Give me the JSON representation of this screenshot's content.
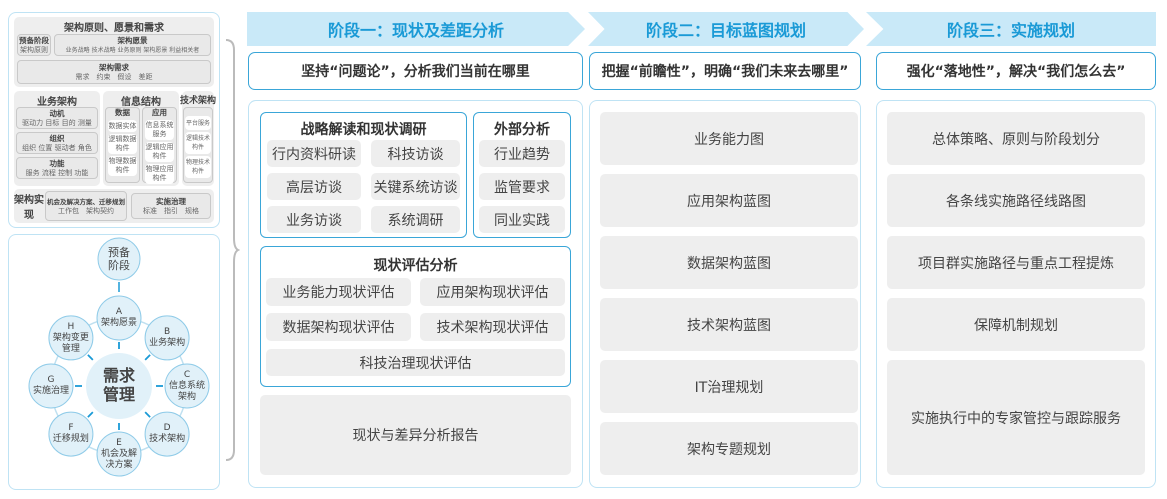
{
  "left_top": {
    "title": "架构原则、愿景和需求",
    "prep": {
      "title": "预备阶段",
      "text": "架构原则"
    },
    "vision": {
      "title": "架构愿景",
      "text": "业务战略 技术战略 业务原则 架构愿景 利益相关者"
    },
    "req": {
      "title": "架构需求",
      "text": "需求　约束　假设　差距"
    },
    "biz": {
      "title": "业务架构",
      "items": [
        {
          "t": "动机",
          "d": "驱动力 目标 目的 测量"
        },
        {
          "t": "组织",
          "d": "组织 位置 驱动者 角色"
        },
        {
          "t": "功能",
          "d": "服务 流程 控制 功能"
        }
      ]
    },
    "info": {
      "title": "信息结构",
      "data": {
        "t": "数据",
        "items": [
          "数据实体",
          "逻辑数据构件",
          "物理数据构件"
        ]
      },
      "app": {
        "t": "应用",
        "items": [
          "信息系统服务",
          "逻辑应用构件",
          "物理应用构件"
        ]
      }
    },
    "tech": {
      "title": "技术架构",
      "items": [
        "平台服务",
        "逻辑技术构件",
        "物理技术构件"
      ]
    },
    "impl": {
      "title": "架构实现",
      "opp": {
        "t": "机会及解决方案、迁移规划",
        "d": "工作包　架构契约"
      },
      "gov": {
        "t": "实施治理",
        "d": "标准　指引　规格"
      }
    }
  },
  "cycle": {
    "center": "需求管理",
    "prep": "预备阶段",
    "nodes": [
      {
        "l": "A",
        "t": "架构愿景"
      },
      {
        "l": "B",
        "t": "业务架构"
      },
      {
        "l": "C",
        "t": "信息系统架构"
      },
      {
        "l": "D",
        "t": "技术架构"
      },
      {
        "l": "E",
        "t": "机会及解决方案"
      },
      {
        "l": "F",
        "t": "迁移规划"
      },
      {
        "l": "G",
        "t": "实施治理"
      },
      {
        "l": "H",
        "t": "架构变更管理"
      }
    ]
  },
  "colors": {
    "accent": "#1a9ad6",
    "header_bg": "#c9e9f8",
    "border": "#3aa6d8",
    "box": "#eeeeee"
  },
  "stages": [
    {
      "title": "阶段一：现状及差距分析",
      "subtitle": "坚持“问题论”，分析我们当前在哪里"
    },
    {
      "title": "阶段二：目标蓝图规划",
      "subtitle": "把握“前瞻性”，明确“我们未来去哪里”"
    },
    {
      "title": "阶段三：实施规划",
      "subtitle": "强化“落地性”，解决“我们怎么去”"
    }
  ],
  "stage1": {
    "strategy": {
      "title": "战略解读和现状调研",
      "items": [
        "行内资料研读",
        "科技访谈",
        "高层访谈",
        "关键系统访谈",
        "业务访谈",
        "系统调研"
      ]
    },
    "external": {
      "title": "外部分析",
      "items": [
        "行业趋势",
        "监管要求",
        "同业实践"
      ]
    },
    "assessment": {
      "title": "现状评估分析",
      "items": [
        "业务能力现状评估",
        "应用架构现状评估",
        "数据架构现状评估",
        "技术架构现状评估",
        "科技治理现状评估"
      ]
    },
    "report": "现状与差异分析报告"
  },
  "stage2": {
    "items": [
      "业务能力图",
      "应用架构蓝图",
      "数据架构蓝图",
      "技术架构蓝图",
      "IT治理规划",
      "架构专题规划"
    ]
  },
  "stage3": {
    "items": [
      "总体策略、原则与阶段划分",
      "各条线实施路径线路图",
      "项目群实施路径与重点工程提炼",
      "保障机制规划",
      "实施执行中的专家管控与跟踪服务"
    ]
  }
}
